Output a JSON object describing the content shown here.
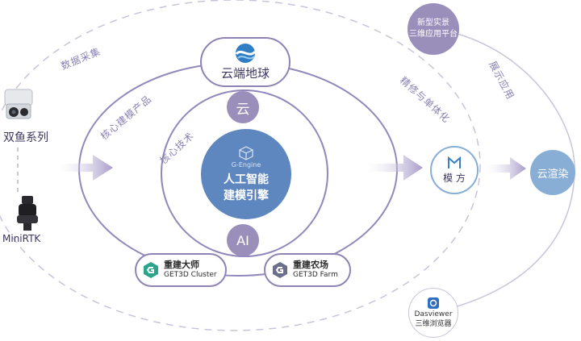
{
  "top_right_circle": {
    "line1": "新型实景",
    "line2": "三维应用平台"
  },
  "core_circle": {
    "brand": "G-Engine",
    "line1": "人工智能",
    "line2": "建模引擎"
  },
  "cloud_pill": {
    "label": "云端地球"
  },
  "cloud_circle": {
    "label": "云"
  },
  "ai_circle": {
    "label": "AI"
  },
  "product_left": {
    "title": "重建大师",
    "subtitle": "GET3D Cluster"
  },
  "product_right": {
    "title": "重建农场",
    "subtitle": "GET3D Farm"
  },
  "mofang": {
    "label": "模 方"
  },
  "cloud_render": {
    "label": "云渲染"
  },
  "dasviewer": {
    "line1": "Dasviewer",
    "line2": "三维浏览器"
  },
  "devices": {
    "left_top": "双鱼系列",
    "left_bottom": "MiniRTK"
  },
  "arc_labels": {
    "data_collect": "数据采集",
    "core_products": "核心建模产品",
    "core_tech": "核心技术",
    "refine": "精修与单体化",
    "display": "展示应用"
  },
  "colors": {
    "purple": "#9a8ebb",
    "blue": "#5e86bf",
    "light_blue": "#89aed6",
    "ring": "#8e82b6"
  }
}
